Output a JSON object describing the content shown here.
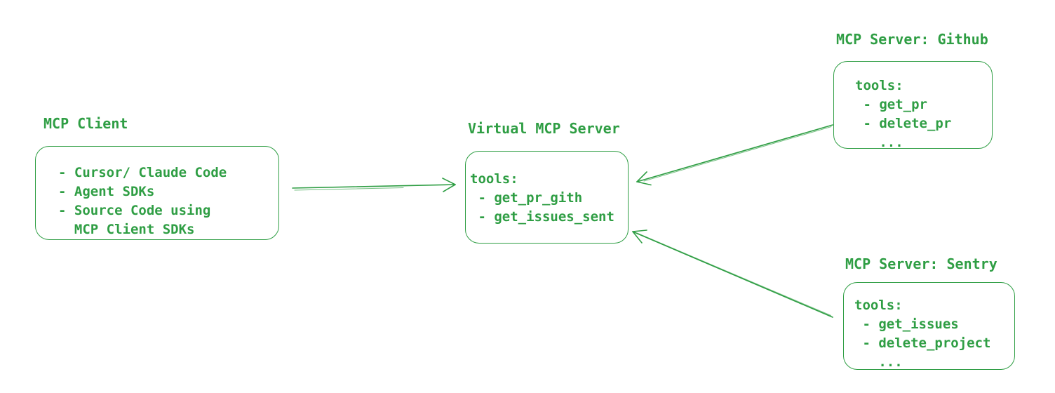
{
  "diagram": {
    "accent_color": "#2f9e44",
    "background_color": "#ffffff"
  },
  "nodes": {
    "client": {
      "title": "MCP Client",
      "lines": [
        "- Cursor/ Claude Code",
        "- Agent SDKs",
        "- Source Code using",
        "  MCP Client SDKs"
      ]
    },
    "virtual": {
      "title": "Virtual MCP Server",
      "lines": [
        "tools:",
        " - get_pr_gith",
        " - get_issues_sent"
      ]
    },
    "github": {
      "title": "MCP Server: Github",
      "lines": [
        "tools:",
        " - get_pr",
        " - delete_pr",
        "   ..."
      ]
    },
    "sentry": {
      "title": "MCP Server: Sentry",
      "lines": [
        "tools:",
        " - get_issues",
        " - delete_project",
        "   ..."
      ]
    }
  },
  "edges": [
    {
      "name": "client-to-virtual",
      "from": "MCP Client",
      "to": "Virtual MCP Server"
    },
    {
      "name": "github-to-virtual",
      "from": "MCP Server: Github",
      "to": "Virtual MCP Server"
    },
    {
      "name": "sentry-to-virtual",
      "from": "MCP Server: Sentry",
      "to": "Virtual MCP Server"
    }
  ]
}
